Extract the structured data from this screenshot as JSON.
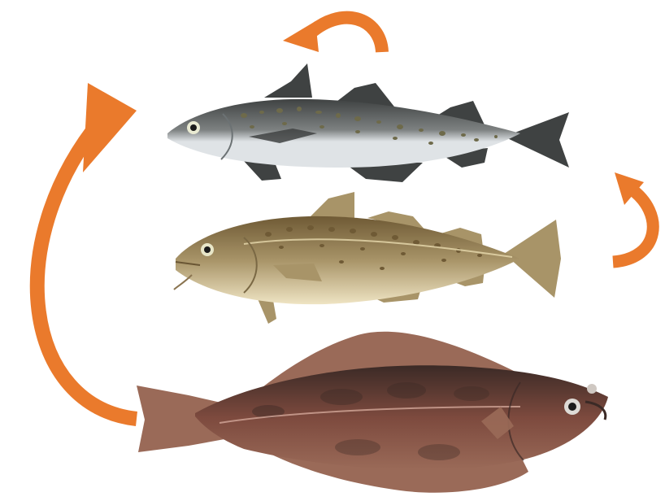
{
  "colors": {
    "arrow": "#ea7a2c",
    "background": "#ffffff",
    "pollock_back": "#3f4242",
    "pollock_belly": "#dfe3e6",
    "pollock_spots": "#6e6a4a",
    "cod_body": "#a89468",
    "cod_belly": "#efe4c3",
    "cod_spots": "#6f5a35",
    "halibut_body": "#7d4a3e",
    "halibut_fins": "#9a6a58",
    "halibut_dark": "#3b2a26"
  },
  "diagram": {
    "items": [
      {
        "id": "pollock",
        "icon": "pollock-fish-icon"
      },
      {
        "id": "cod",
        "icon": "cod-fish-icon"
      },
      {
        "id": "halibut",
        "icon": "halibut-fish-icon"
      }
    ],
    "arrows": [
      {
        "id": "top-cycle-arrow",
        "icon": "curved-arrow-icon"
      },
      {
        "id": "right-cycle-arrow",
        "icon": "curved-arrow-icon"
      },
      {
        "id": "left-large-arrow",
        "icon": "curved-arrow-icon"
      }
    ]
  }
}
